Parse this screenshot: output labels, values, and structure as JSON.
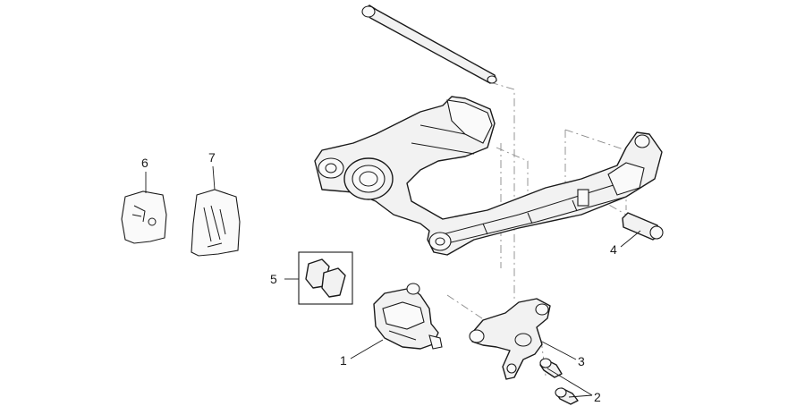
{
  "diagram": {
    "callouts": [
      {
        "id": "1",
        "label": "1"
      },
      {
        "id": "2",
        "label": "2"
      },
      {
        "id": "3",
        "label": "3"
      },
      {
        "id": "4",
        "label": "4"
      },
      {
        "id": "5",
        "label": "5"
      },
      {
        "id": "6",
        "label": "6"
      },
      {
        "id": "7",
        "label": "7"
      }
    ],
    "colors": {
      "line": "#1a1a1a",
      "fill": "#f2f2f2",
      "dash": "#8a8a8a",
      "background": "#ffffff"
    }
  }
}
